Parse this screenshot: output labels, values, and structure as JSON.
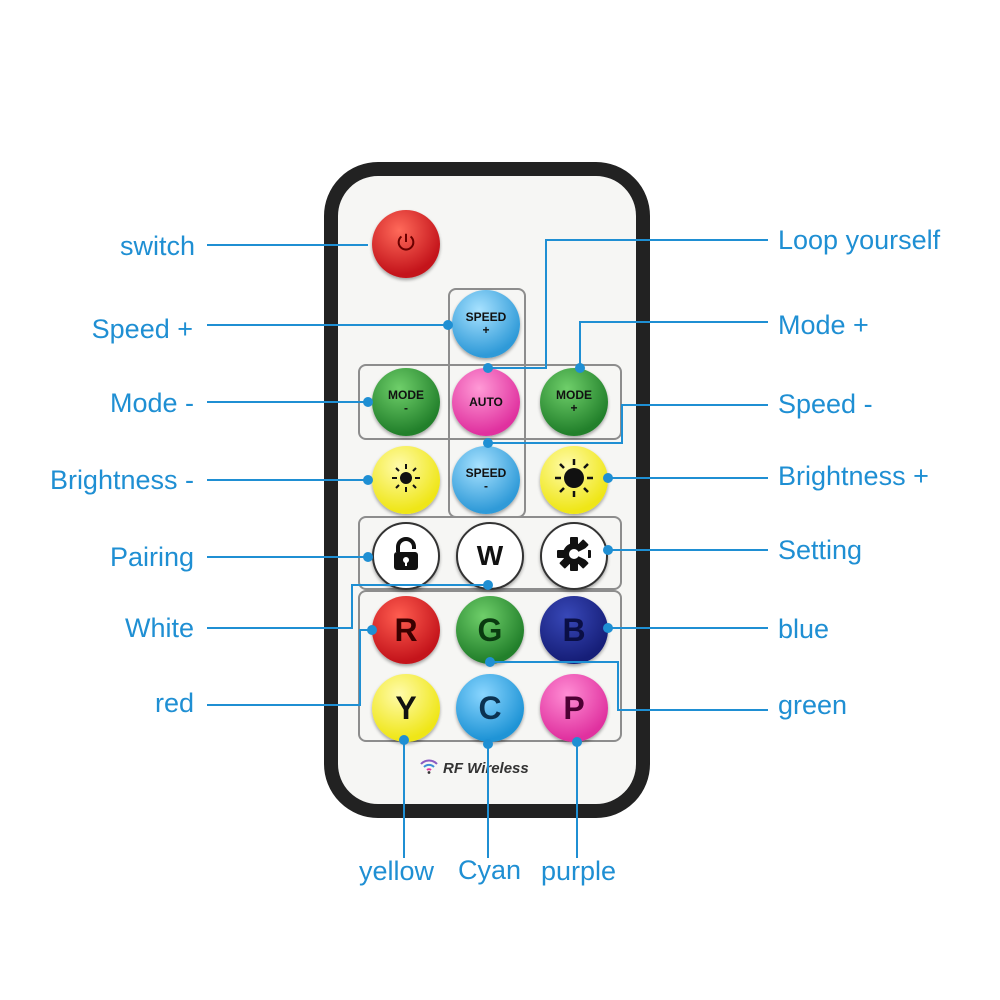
{
  "brand": {
    "text": "RF Wireless",
    "icon": "wifi-icon"
  },
  "colors": {
    "callout": "#1f8fd3",
    "red": "#d61f1f",
    "green": "#2f9a3a",
    "blue": "#1f2a8f",
    "yellow": "#f4ef1e",
    "cyan": "#2fa6e0",
    "purple": "#e83aa8",
    "white": "#ffffff"
  },
  "buttons": {
    "power": {
      "icon": "power-icon"
    },
    "speed_plus": {
      "line1": "SPEED",
      "line2": "+"
    },
    "mode_minus": {
      "line1": "MODE",
      "line2": "-"
    },
    "auto": {
      "line1": "AUTO"
    },
    "mode_plus": {
      "line1": "MODE",
      "line2": "+"
    },
    "brightness_minus": {
      "icon": "sun-dim-icon"
    },
    "speed_minus": {
      "line1": "SPEED",
      "line2": "-"
    },
    "brightness_plus": {
      "icon": "sun-bright-icon"
    },
    "pairing": {
      "icon": "lock-icon"
    },
    "white": {
      "label": "W"
    },
    "setting": {
      "icon": "gear-icon"
    },
    "red": {
      "label": "R"
    },
    "green": {
      "label": "G"
    },
    "blue": {
      "label": "B"
    },
    "yellow": {
      "label": "Y"
    },
    "cyan": {
      "label": "C"
    },
    "purple": {
      "label": "P"
    }
  },
  "callouts": {
    "switch": "switch",
    "speed_plus": "Speed +",
    "mode_minus": "Mode -",
    "brightness_minus": "Brightness -",
    "pairing": "Pairing",
    "white": "White",
    "red": "red",
    "loop_yourself": "Loop yourself",
    "mode_plus": "Mode +",
    "speed_minus": "Speed -",
    "brightness_plus": "Brightness +",
    "setting": "Setting",
    "blue": "blue",
    "green": "green",
    "yellow": "yellow",
    "cyan": "Cyan",
    "purple": "purple"
  }
}
